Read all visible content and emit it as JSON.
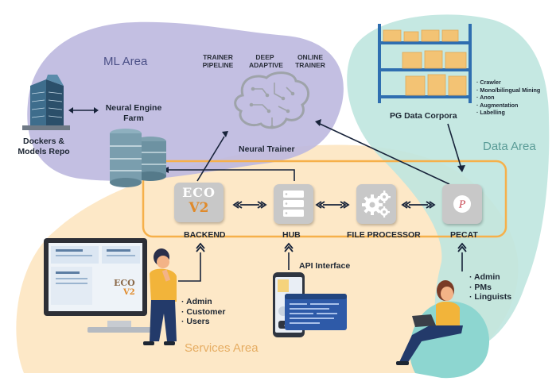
{
  "areas": {
    "ml": "ML Area",
    "data": "Data Area",
    "services": "Services Area"
  },
  "ml_tags": {
    "trainer_pipeline": "TRAINER PIPELINE",
    "deep_adaptive": "DEEP ADAPTIVE",
    "online_trainer": "ONLINE TRAINER"
  },
  "labels": {
    "dockers_repo": "Dockers & Models Repo",
    "neural_engine_farm": "Neural Engine Farm",
    "neural_trainer": "Neural Trainer",
    "pg_data_corpora": "PG Data Corpora",
    "backend": "BACKEND",
    "hub": "HUB",
    "file_processor": "FILE PROCESSOR",
    "pecat": "PECAT",
    "api_interface": "API Interface"
  },
  "eco_logo": {
    "line1": "ECO",
    "line2": "V2"
  },
  "data_tasks": [
    "Crawler",
    "Mono/bilingual Mining",
    "Anon",
    "Augmentation",
    "Labelling"
  ],
  "service_users": [
    "Admin",
    "Customer",
    "Users"
  ],
  "data_users": [
    "Admin",
    "PMs",
    "Linguists"
  ],
  "colors": {
    "ml_area": "#b7b3dc",
    "data_area": "#b9e2de",
    "services_area": "#fbdfb6",
    "pipeline_border": "#f6b04a",
    "arrow": "#17233a",
    "node_gray": "#c8c8c8",
    "eco_brown": "#8b6a4a",
    "eco_orange": "#e08a2a"
  },
  "icons": {
    "datacenter": "building-icon",
    "servers": "server-stack-icon",
    "brain": "brain-circuit-icon",
    "shelves": "warehouse-shelf-icon",
    "hub": "server-rack-icon",
    "gears": "gears-icon",
    "pecat": "pecat-logo-icon",
    "monitor": "monitor-icon",
    "phone": "smartphone-icon"
  }
}
